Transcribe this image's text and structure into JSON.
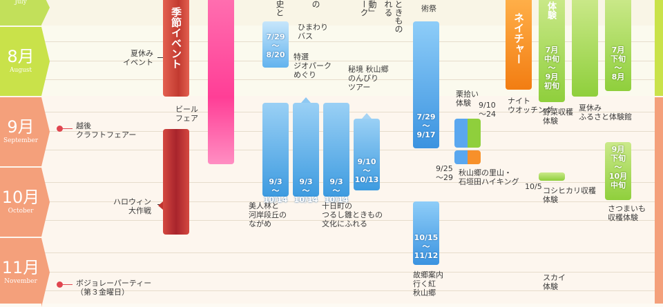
{
  "months": [
    {
      "num": "",
      "en": "July",
      "color": "#c2e05a"
    },
    {
      "num": "8月",
      "en": "August",
      "color": "#c9e24a"
    },
    {
      "num": "9月",
      "en": "September",
      "color": "#f4a07b"
    },
    {
      "num": "10月",
      "en": "October",
      "color": "#f4a07b"
    },
    {
      "num": "11月",
      "en": "November",
      "color": "#f4a07b"
    }
  ],
  "left_events": {
    "summer": "夏休み\nイベント",
    "craft": "越後\nクラフトフェアー",
    "halloween": "ハロウィン\n大作戦",
    "beaujolais": "ボジョレーパーティー\n（第３金曜日）"
  },
  "season_label": "季節イベント",
  "beer_label": "ビール\nフェア",
  "himawari_top": "ひまわり\nバス",
  "himawari_date": "7/29\n〜\n8/20",
  "top_cut": {
    "a": "史と",
    "b": "の",
    "c": "ーク",
    "d": "動」",
    "e": "れる",
    "f": "ときもの",
    "g": "術祭"
  },
  "geo_label": "特選\nジオパーク\nめぐり",
  "akiyama_label": "秘境 秋山郷\nのんびり\nツアー",
  "bars_dates": {
    "a": "9/3\n〜\n10/14",
    "b": "9/3\n〜\n10/14",
    "c": "9/3\n〜\n10/14",
    "d": "9/10\n〜\n10/13",
    "art": "7/29\n〜\n9/17",
    "kokyo": "10/15\n〜\n11/12"
  },
  "below_labels": {
    "bijin": "美人林と\n河岸段丘の\nながめ",
    "tokamachi": "十日町の\nつるし雛ときもの\n文化にふれる",
    "kokyo": "故郷案内\n行く紅\n秋山郷"
  },
  "kuri": {
    "label": "栗拾い\n体験",
    "date": "9/10\n〜24"
  },
  "hiking": {
    "label": "秋山郷の里山・\n石垣田ハイキング",
    "date": "9/25\n〜29"
  },
  "nature": {
    "label": "ネイチャー",
    "night": "ナイト\nウオッチング"
  },
  "taiken": {
    "label": "体験",
    "date": "7月\n中旬\n〜\n9月\n初旬",
    "sub": "野菜収穫\n体験"
  },
  "furusato": {
    "label": "夏休み\nふるさと体験館"
  },
  "summer_green": {
    "date": "7月\n下旬\n〜\n8月"
  },
  "koshihikari": {
    "date": "10/5",
    "label": "コシヒカリ収穫\n体験"
  },
  "satsuma": {
    "date": "9月\n下旬\n〜\n10月\n中旬",
    "label": "さつまいも\n収穫体験"
  },
  "ski": {
    "label": "スカイ\n体験"
  }
}
